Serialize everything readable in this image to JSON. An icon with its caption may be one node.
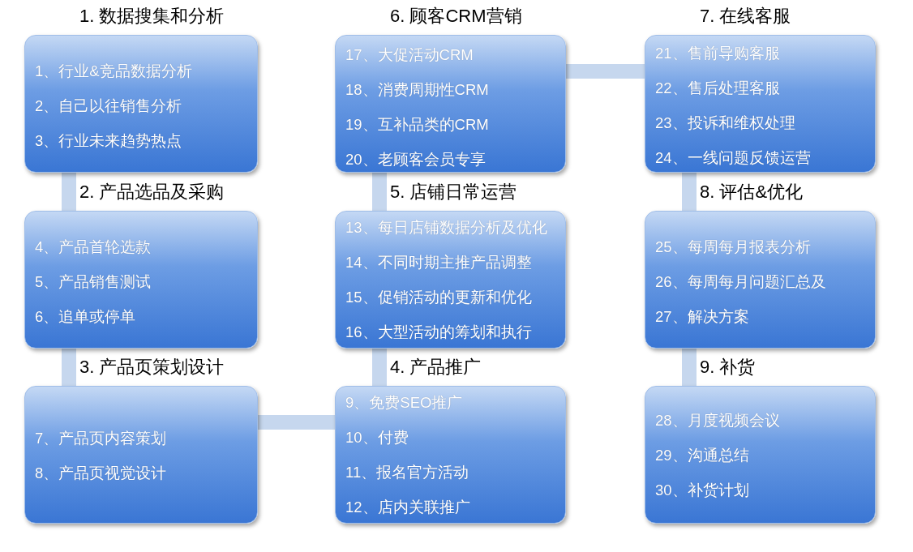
{
  "diagram": {
    "nodes": [
      {
        "text": [
          "1. 数据搜集和分析",
          "1、行业&竞品数据分析",
          "2、自己以往销售分析",
          "3、行业未来趋势热点"
        ]
      },
      {
        "text": [
          "2. 产品选品及采购",
          "4、产品首轮选款",
          "5、产品销售测试",
          "6、追单或停单"
        ]
      },
      {
        "text": [
          "3. 产品页策划设计",
          "7、产品页内容策划",
          "8、产品页视觉设计"
        ]
      },
      {
        "text": [
          "4. 产品推广",
          "9、免费SEO推广",
          "10、付费",
          "11、报名官方活动",
          "12、店内关联推广"
        ]
      },
      {
        "text": [
          "5. 店铺日常运营",
          "13、每日店铺数据分析及优化",
          "14、不同时期主推产品调整",
          "15、促销活动的更新和优化",
          "16、大型活动的筹划和执行"
        ]
      },
      {
        "text": [
          "6. 顾客CRM营销",
          "17、大促活动CRM",
          "18、消费周期性CRM",
          "19、互补品类的CRM",
          "20、老顾客会员专享"
        ]
      },
      {
        "text": [
          "7. 在线客服",
          "21、售前导购客服",
          "22、售后处理客服",
          "23、投诉和维权处理",
          "24、一线问题反馈运营"
        ]
      },
      {
        "text": [
          "8. 评估&优化",
          "25、每周每月报表分析",
          "26、每周每月问题汇总及",
          "27、解决方案"
        ]
      },
      {
        "text": [
          "9. 补货",
          "28、月度视频会议",
          "29、沟通总结",
          "30、补货计划"
        ]
      }
    ],
    "edges": [
      {
        "from": 0,
        "to": 1,
        "arrow": "none"
      },
      {
        "from": 1,
        "to": 2,
        "arrow": "none"
      },
      {
        "from": 2,
        "to": 3,
        "arrow": "none"
      },
      {
        "from": 3,
        "to": 4,
        "arrow": "none"
      },
      {
        "from": 4,
        "to": 5,
        "arrow": "none"
      },
      {
        "from": 5,
        "to": 6,
        "arrow": "none"
      },
      {
        "from": 6,
        "to": 7,
        "arrow": "none"
      },
      {
        "from": 7,
        "to": 8,
        "arrow": "none"
      }
    ]
  }
}
